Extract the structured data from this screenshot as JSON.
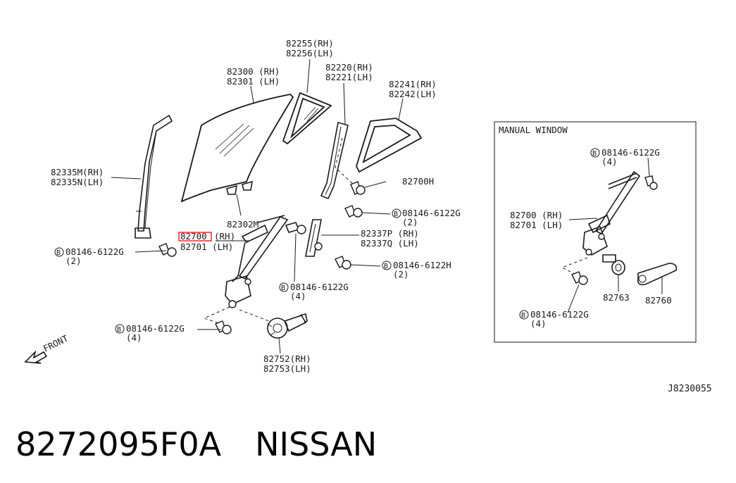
{
  "diagram": {
    "labels": {
      "glass_door": [
        "82300 (RH)",
        "82301 (LH)"
      ],
      "glass_vent": [
        "82255(RH)",
        "82256(LH)"
      ],
      "sash": [
        "82220(RH)",
        "82221(LH)"
      ],
      "glass_corner": [
        "82241(RH)",
        "82242(LH)"
      ],
      "rail_front": [
        "82335M(RH)",
        "82335N(LH)"
      ],
      "bracket": "82302M",
      "regulator_highlight": "82700",
      "regulator_rh_suffix": "(RH)",
      "regulator_lh": "82701 (LH)",
      "bolt_h": "82700H",
      "bolt_g_2_top": [
        "08146-6122G",
        "(2)"
      ],
      "rail_rear": [
        "82337P (RH)",
        "82337Q (LH)"
      ],
      "bolt_h_2": [
        "08146-6122H",
        "(2)"
      ],
      "bolt_g_2_left": [
        "08146-6122G",
        "(2)"
      ],
      "bolt_g_4_mid": [
        "08146-6122G",
        "(4)"
      ],
      "bolt_g_4_low": [
        "08146-6122G",
        "(4)"
      ],
      "motor": [
        "82752(RH)",
        "82753(LH)"
      ],
      "front": "FRONT",
      "bolt_prefix": "B",
      "diagram_code": "J8230055"
    },
    "manual_window": {
      "title": "MANUAL WINDOW",
      "bolt_top": [
        "08146-6122G",
        "(4)"
      ],
      "regulator": [
        "82700 (RH)",
        "82701 (LH)"
      ],
      "washer": "82763",
      "handle": "82760",
      "bolt_bottom": [
        "08146-6122G",
        "(4)"
      ]
    },
    "highlight_color": "#e02020"
  },
  "caption": {
    "part_number": "8272095F0A",
    "brand": "NISSAN"
  }
}
